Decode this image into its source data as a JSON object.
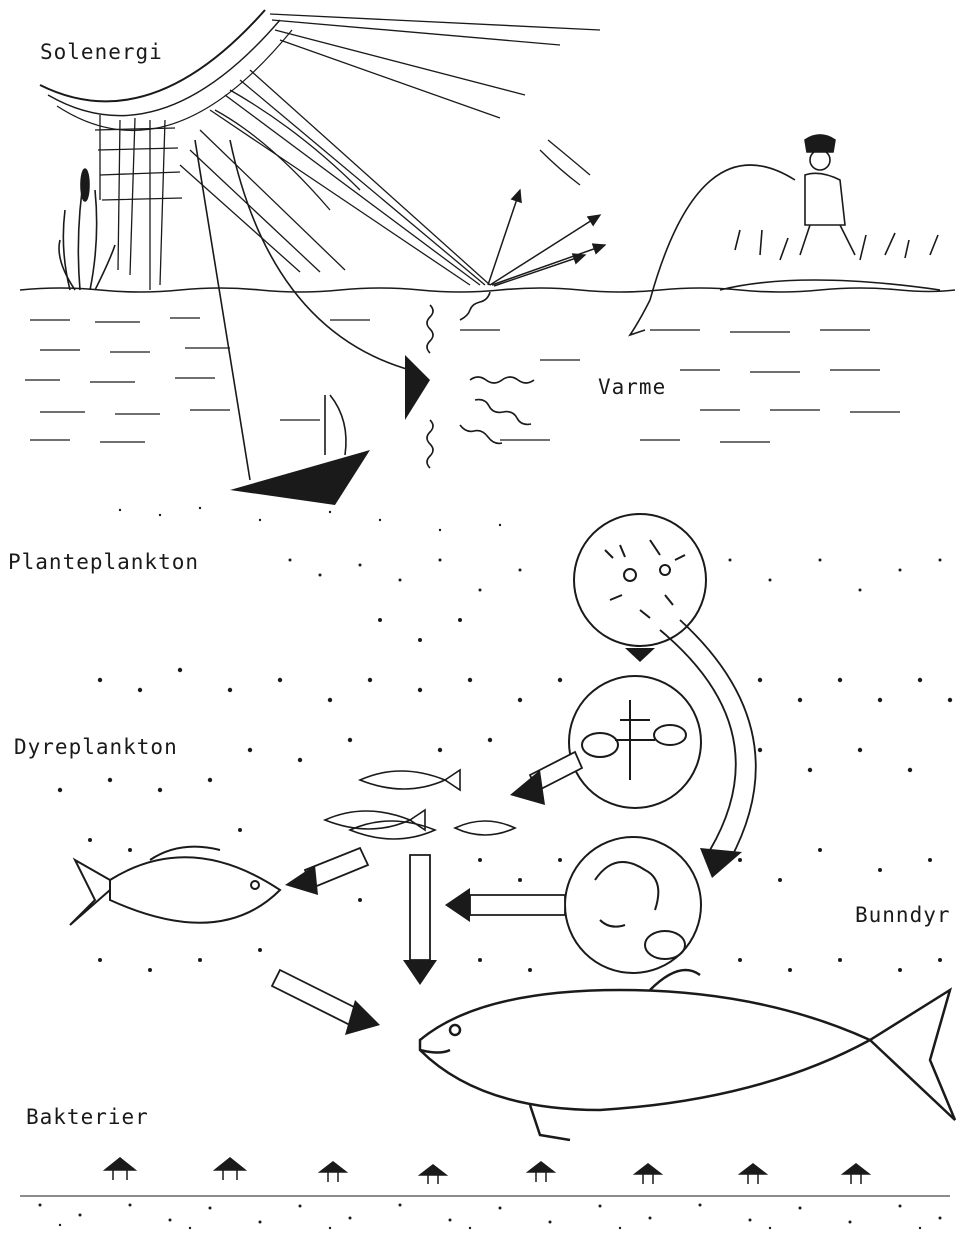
{
  "labels": {
    "sun_energy": "Solenergi",
    "heat": "Varme",
    "phytoplankton": "Planteplankton",
    "zooplankton": "Dyreplankton",
    "benthos": "Bunndyr",
    "bacteria": "Bakterier"
  },
  "colors": {
    "ink": "#1a1a1a",
    "paper": "#ffffff"
  }
}
